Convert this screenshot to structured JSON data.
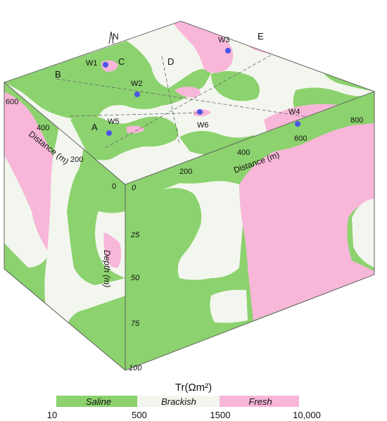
{
  "colors": {
    "saline": "#8cd26e",
    "brackish": "#f3f6ef",
    "fresh": "#f8b6d9",
    "edge": "#555555",
    "well": "#4a55e8"
  },
  "north": {
    "label": "N"
  },
  "wells": [
    {
      "id": "W1"
    },
    {
      "id": "W2"
    },
    {
      "id": "W3"
    },
    {
      "id": "W4"
    },
    {
      "id": "W5"
    },
    {
      "id": "W6"
    }
  ],
  "sections": [
    "A",
    "B",
    "C",
    "D",
    "E"
  ],
  "axes": {
    "left_title": "Distance (m)",
    "left_ticks": [
      "0",
      "200",
      "400",
      "600"
    ],
    "front_title": "Distance (m)",
    "front_ticks": [
      "0",
      "200",
      "400",
      "600",
      "800"
    ],
    "depth_title": "Depth (m)",
    "depth_ticks": [
      "0",
      "25",
      "50",
      "75",
      "100"
    ]
  },
  "legend": {
    "title": "Tr(Ωm²)",
    "classes": [
      {
        "name": "Saline",
        "color": "#8cd26e"
      },
      {
        "name": "Brackish",
        "color": "#f3f6ef"
      },
      {
        "name": "Fresh",
        "color": "#f8b6d9"
      }
    ],
    "ticks": [
      "10",
      "500",
      "1500",
      "10,000"
    ]
  }
}
